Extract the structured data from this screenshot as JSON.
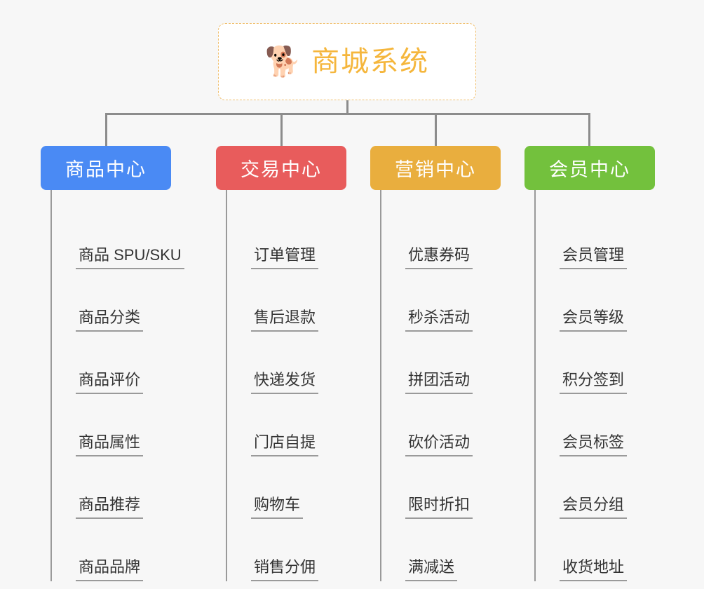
{
  "page": {
    "background_color": "#f7f7f7",
    "line_color": "#8c8c8c"
  },
  "root": {
    "icon": "shiba-dog-face-emoji",
    "emoji": "🐕",
    "title": "商城系统",
    "text_color": "#f5b63c",
    "border_color": "#f0c070",
    "background_color": "#ffffff"
  },
  "columns": [
    {
      "id": "product-center",
      "header": "商品中心",
      "color": "#4a8af4",
      "items": [
        "商品 SPU/SKU",
        "商品分类",
        "商品评价",
        "商品属性",
        "商品推荐",
        "商品品牌"
      ]
    },
    {
      "id": "transaction-center",
      "header": "交易中心",
      "color": "#e85c5c",
      "items": [
        "订单管理",
        "售后退款",
        "快递发货",
        "门店自提",
        "购物车",
        "销售分佣"
      ]
    },
    {
      "id": "marketing-center",
      "header": "营销中心",
      "color": "#e9ae3e",
      "items": [
        "优惠券码",
        "秒杀活动",
        "拼团活动",
        "砍价活动",
        "限时折扣",
        "满减送"
      ]
    },
    {
      "id": "member-center",
      "header": "会员中心",
      "color": "#73c13d",
      "items": [
        "会员管理",
        "会员等级",
        "积分签到",
        "会员标签",
        "会员分组",
        "收货地址"
      ]
    }
  ]
}
